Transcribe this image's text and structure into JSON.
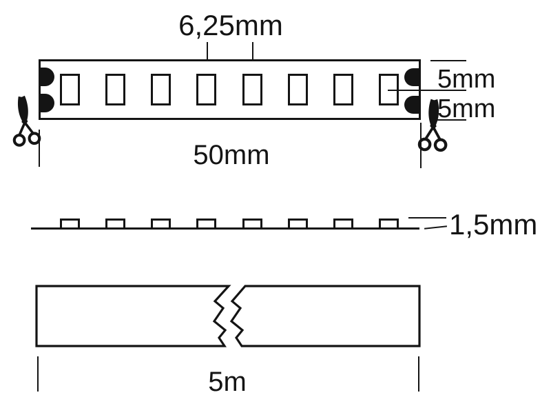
{
  "diagram": {
    "title_meaning": "LED strip dimension drawing",
    "ink_color": "#141414",
    "background_color": "#ffffff"
  },
  "top_view": {
    "led_count": 8,
    "pitch_label": "6,25mm",
    "half_width_top_label": "5mm",
    "half_width_bottom_label": "5mm",
    "segment_length_label": "50mm",
    "cut_marks": 2
  },
  "side_view": {
    "led_count": 8,
    "thickness_label": "1,5mm"
  },
  "reel_view": {
    "length_label": "5m"
  },
  "icons": {
    "left_cut": "scissors-icon",
    "right_cut": "scissors-icon"
  }
}
